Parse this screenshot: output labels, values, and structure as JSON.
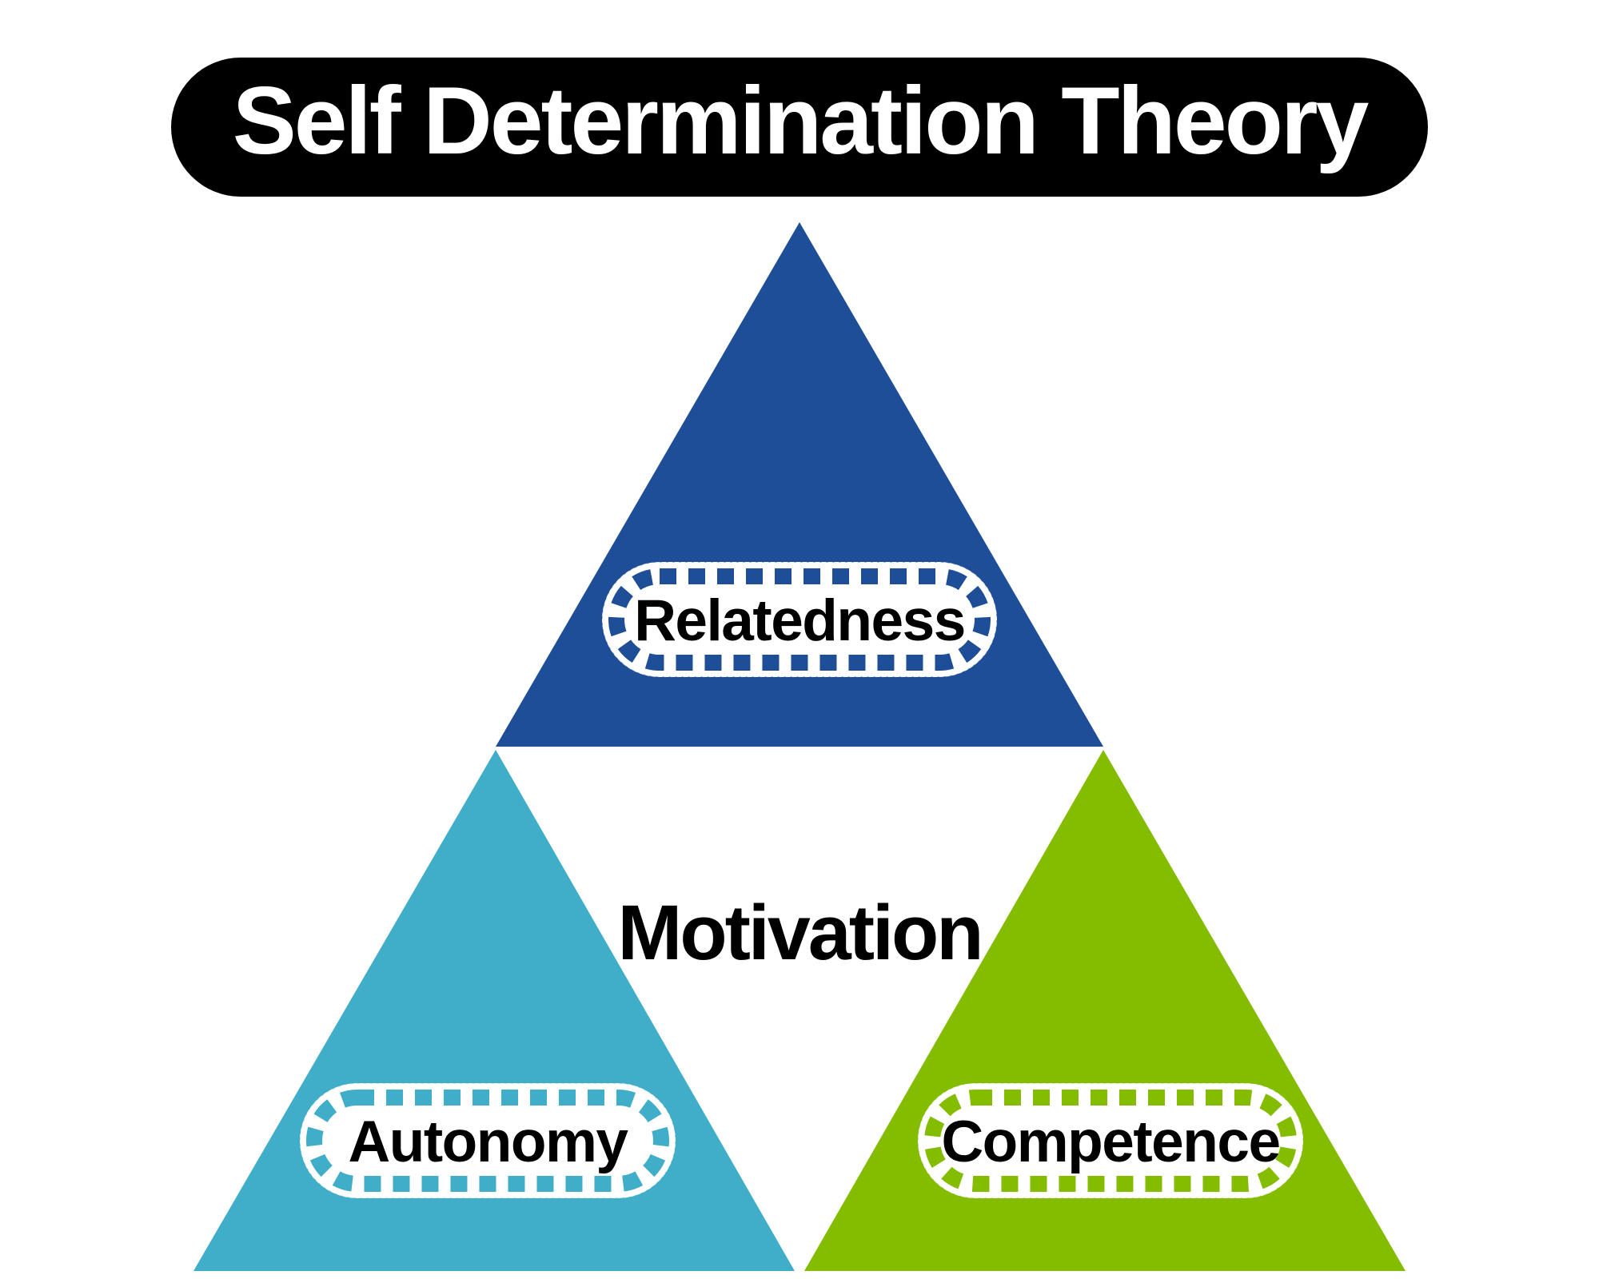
{
  "title": "Self Determination Theory",
  "center_label": "Motivation",
  "banner": {
    "fill": "#000000",
    "text_color": "#ffffff"
  },
  "label_text_color": "#000000",
  "background_color": "#ffffff",
  "sections": {
    "relatedness": {
      "label": "Relatedness",
      "color": "#1F4E98",
      "position": "top"
    },
    "autonomy": {
      "label": "Autonomy",
      "color": "#41AEC9",
      "position": "bottom-left"
    },
    "competence": {
      "label": "Competence",
      "color": "#84BC00",
      "position": "bottom-right"
    }
  }
}
